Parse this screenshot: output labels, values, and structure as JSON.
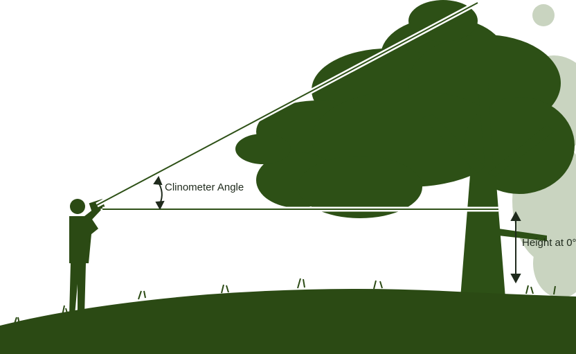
{
  "diagram": {
    "labels": {
      "clinometer_angle": "Clinometer Angle",
      "height_at_zero": "Height at 0°"
    },
    "colors": {
      "foliage": "#2d5016",
      "foliage_light": "#c9d4c0",
      "ground": "#2b4a14",
      "sight_line": "#ffffff",
      "arrow": "#1f2a1c",
      "background": "#ffffff"
    },
    "icons": [
      "person-silhouette",
      "clinometer-icon",
      "tree-silhouette",
      "curved-double-arrow-icon",
      "vertical-double-arrow-icon"
    ]
  }
}
